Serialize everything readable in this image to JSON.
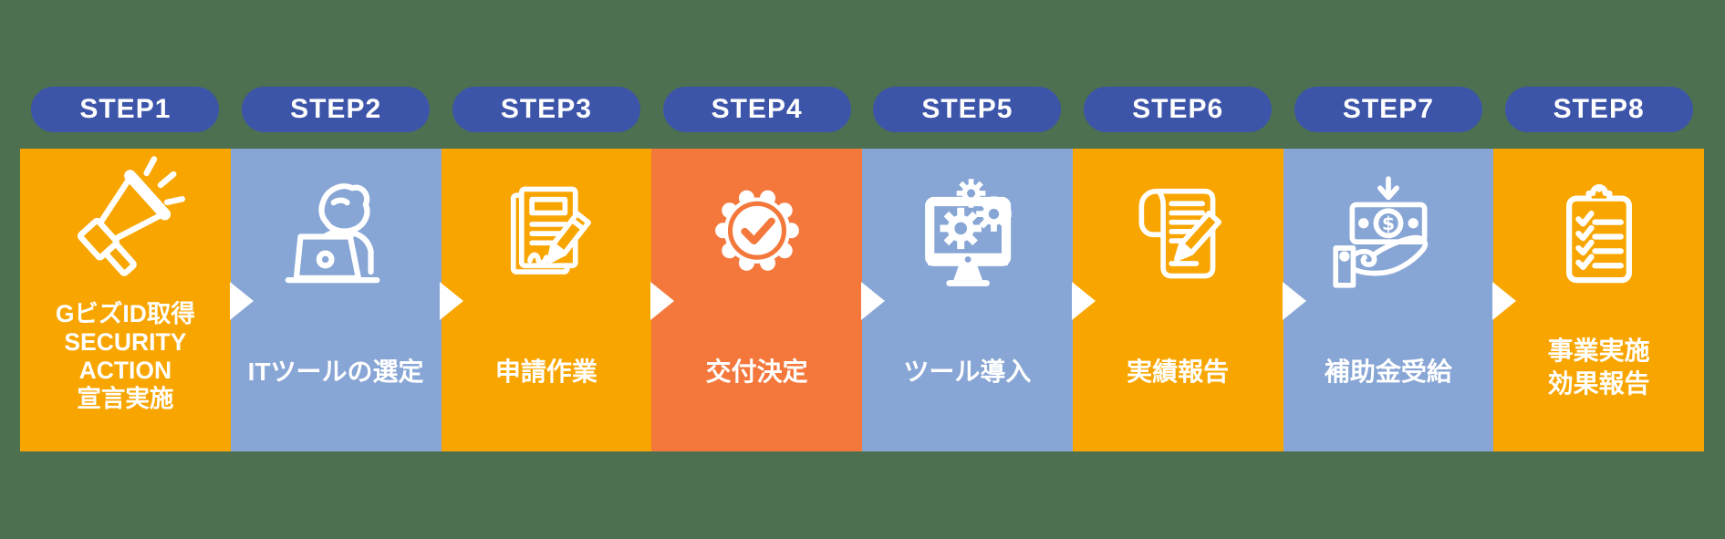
{
  "canvas": {
    "background_color": "#4C7050"
  },
  "badge_style": {
    "background_color": "#3D55A9",
    "text_color": "#FFFFFF"
  },
  "flow": {
    "arrow_color": "#FFFFFF",
    "arrow_count": 7
  },
  "card_colors": {
    "orange": "#F9A500",
    "blue": "#87A5D5",
    "deep_orange": "#F4783C"
  },
  "steps": [
    {
      "badge": "STEP1",
      "icon": "megaphone-icon",
      "color": "#F9A500",
      "title_lines": [
        "GビズID取得",
        "SECURITY",
        "ACTION",
        "宣言実施"
      ]
    },
    {
      "badge": "STEP2",
      "icon": "person-laptop-icon",
      "color": "#87A5D5",
      "title_lines": [
        "ITツールの選定"
      ]
    },
    {
      "badge": "STEP3",
      "icon": "document-pencil-icon",
      "color": "#F9A500",
      "title_lines": [
        "申請作業"
      ]
    },
    {
      "badge": "STEP4",
      "icon": "award-check-icon",
      "color": "#F4783C",
      "title_lines": [
        "交付決定"
      ]
    },
    {
      "badge": "STEP5",
      "icon": "monitor-gears-icon",
      "color": "#87A5D5",
      "title_lines": [
        "ツール導入"
      ]
    },
    {
      "badge": "STEP6",
      "icon": "report-pen-icon",
      "color": "#F9A500",
      "title_lines": [
        "実績報告"
      ]
    },
    {
      "badge": "STEP7",
      "icon": "money-hand-icon",
      "color": "#87A5D5",
      "title_lines": [
        "補助金受給"
      ]
    },
    {
      "badge": "STEP8",
      "icon": "clipboard-check-icon",
      "color": "#F9A500",
      "title_lines": [
        "事業実施",
        "効果報告"
      ]
    }
  ]
}
